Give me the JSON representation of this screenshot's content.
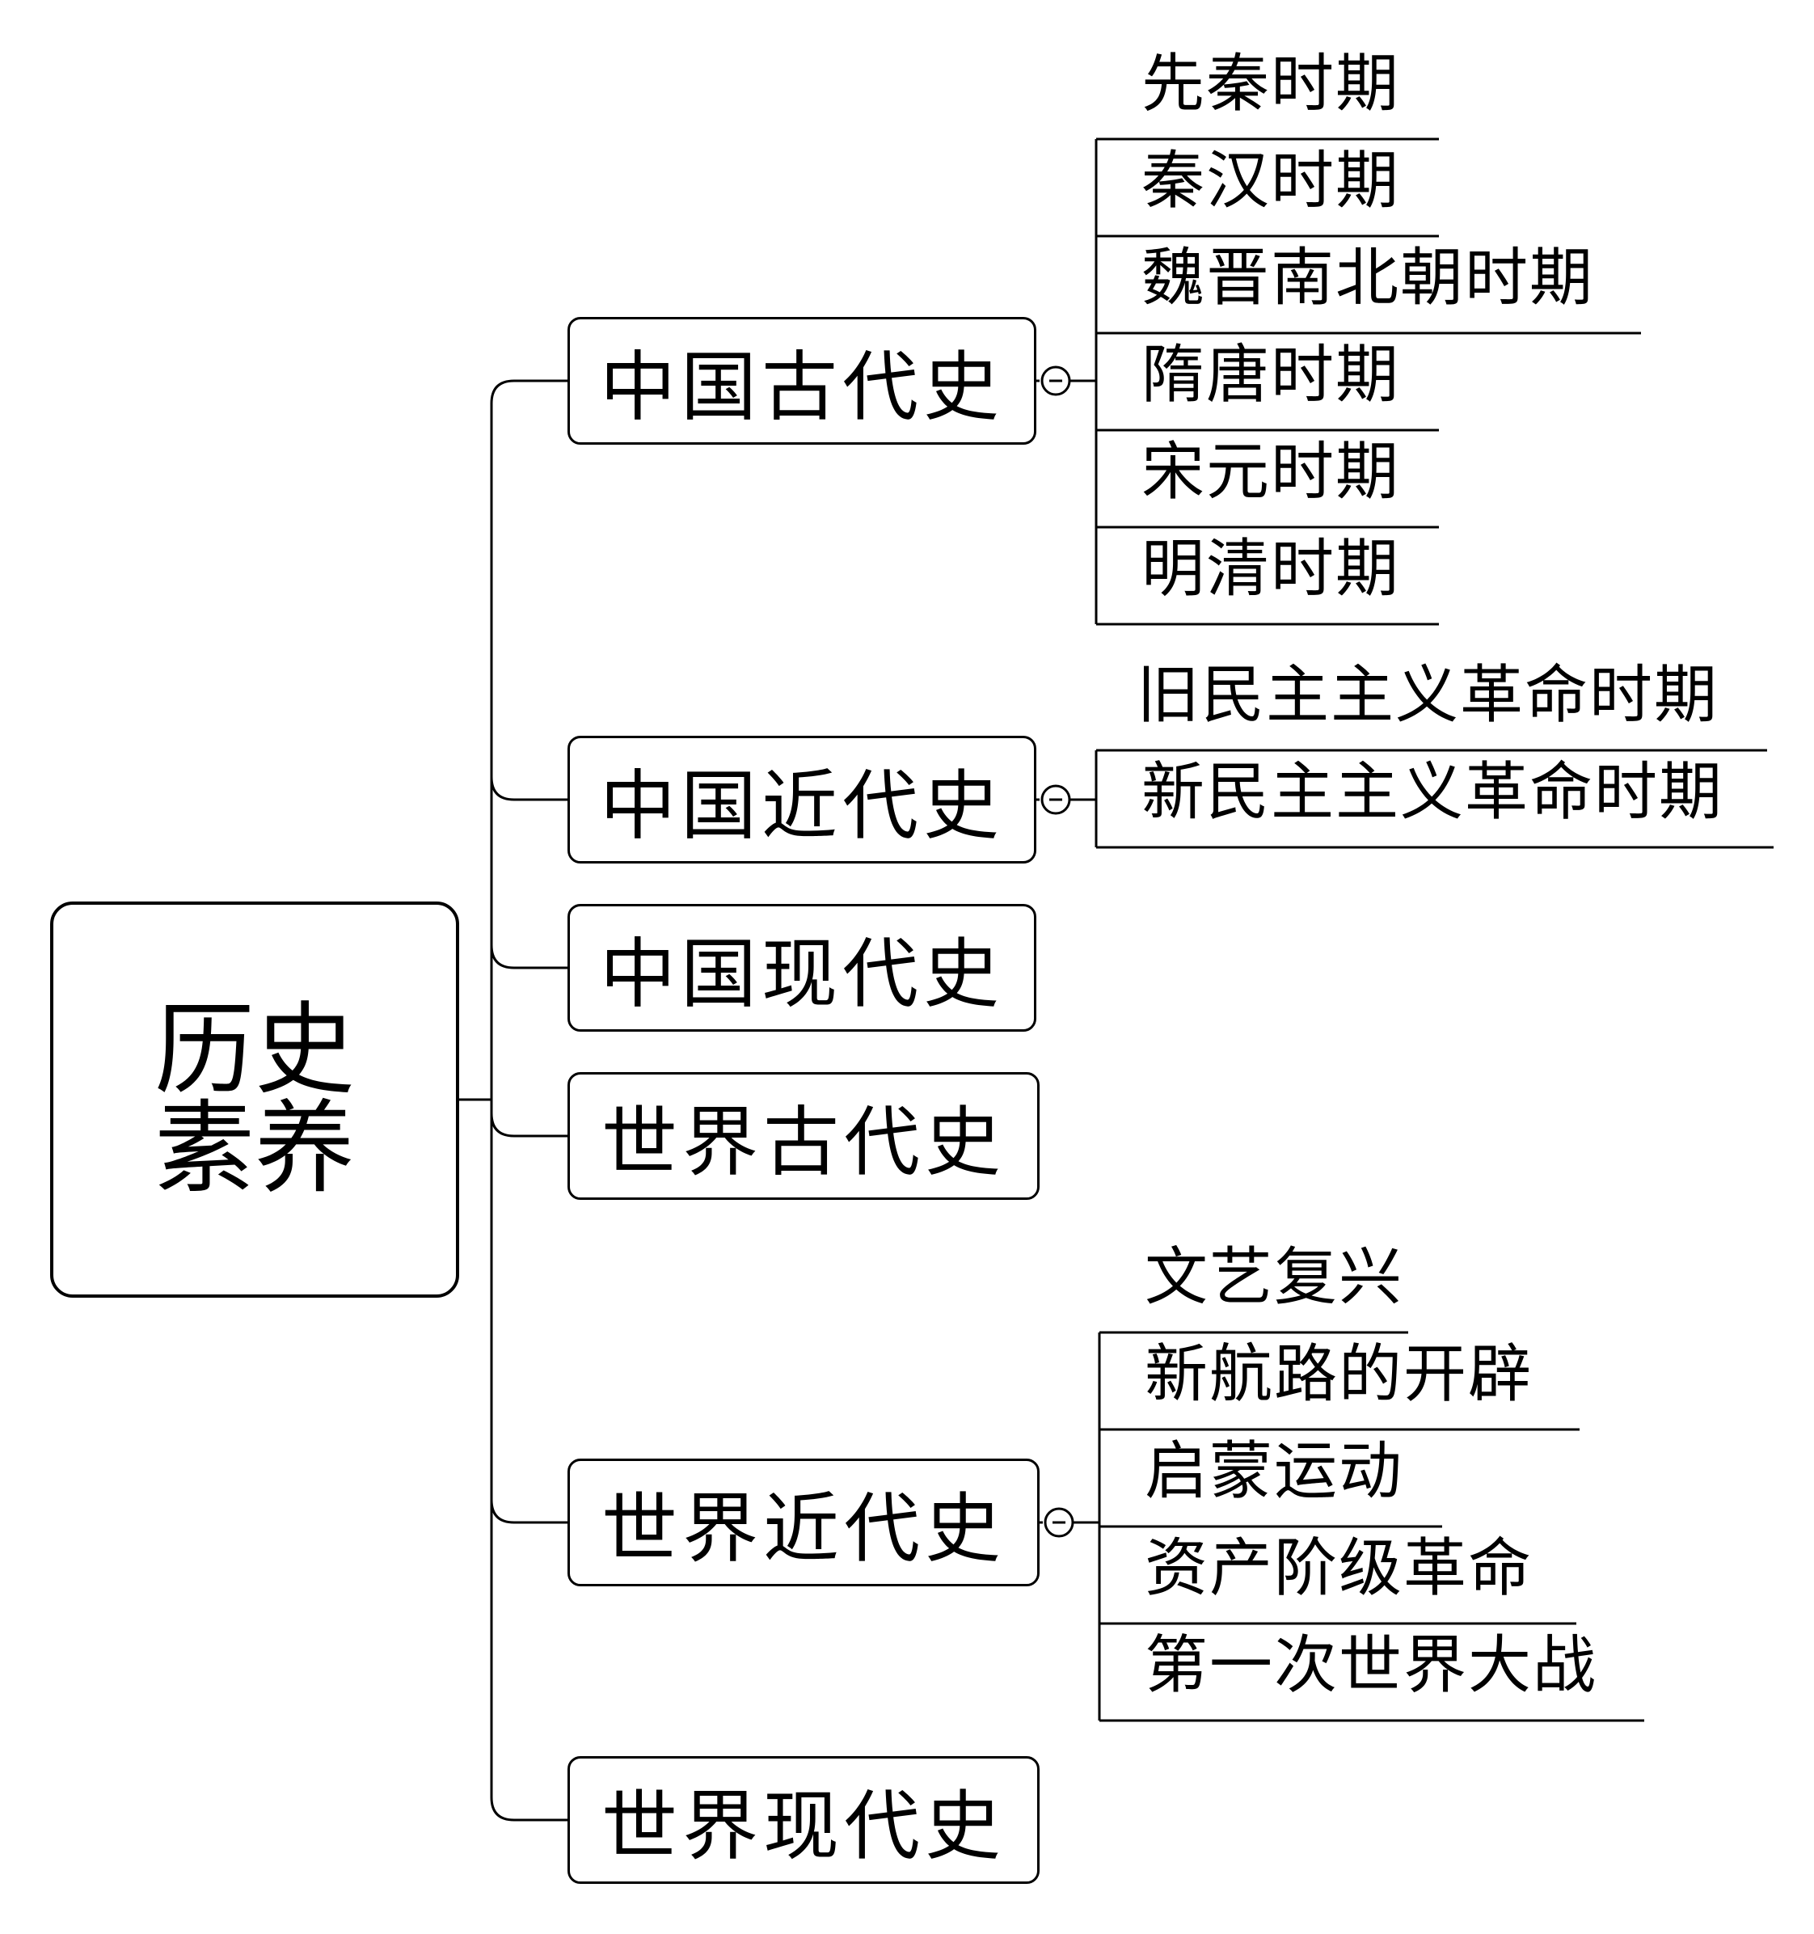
{
  "root": {
    "label_line1": "历史",
    "label_line2": "素养"
  },
  "branches": [
    {
      "label": "中国古代史",
      "children": [
        "先秦时期",
        "秦汉时期",
        "魏晋南北朝时期",
        "隋唐时期",
        "宋元时期",
        "明清时期"
      ]
    },
    {
      "label": "中国近代史",
      "children": [
        "旧民主主义革命时期",
        "新民主主义革命时期"
      ]
    },
    {
      "label": "中国现代史",
      "children": []
    },
    {
      "label": "世界古代史",
      "children": []
    },
    {
      "label": "世界近代史",
      "children": [
        "文艺复兴",
        "新航路的开辟",
        "启蒙运动",
        "资产阶级革命",
        "第一次世界大战"
      ]
    },
    {
      "label": "世界现代史",
      "children": []
    }
  ]
}
